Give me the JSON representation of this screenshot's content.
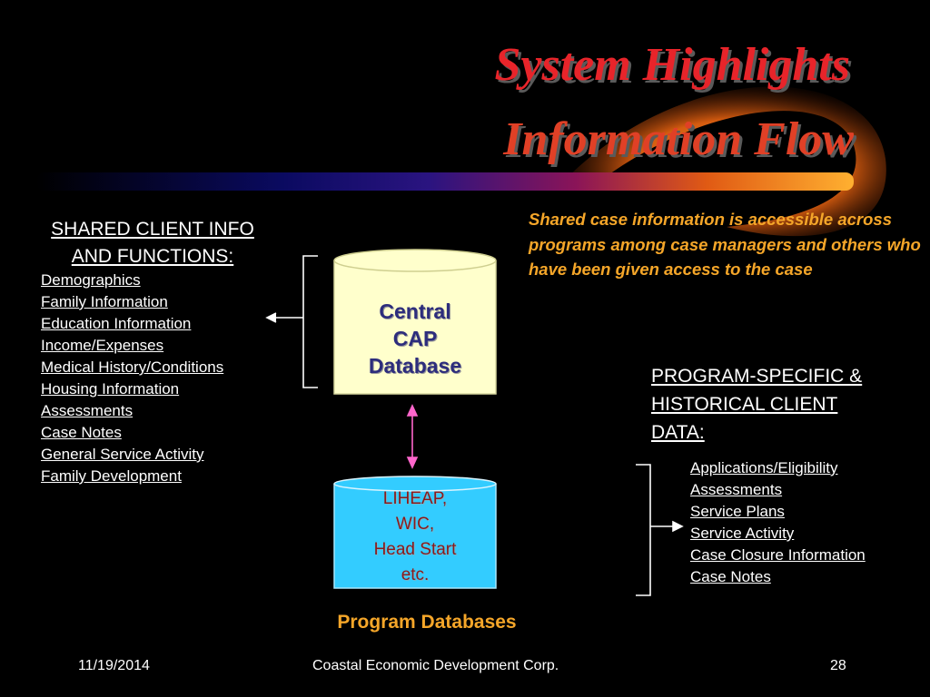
{
  "slide": {
    "title_line1": "System Highlights",
    "title_line2": "Information Flow"
  },
  "shared": {
    "heading_line1": "SHARED CLIENT INFO",
    "heading_line2": "AND FUNCTIONS:",
    "items": [
      "Demographics",
      "Family Information",
      "Education Information",
      "Income/Expenses",
      "Medical History/Conditions",
      "Housing Information",
      "Assessments",
      "Case Notes",
      "General Service Activity",
      "Family Development"
    ]
  },
  "central_db": {
    "line1": "Central",
    "line2": "CAP",
    "line3": "Database"
  },
  "note": {
    "text": "Shared case information is accessible across programs among case managers and others who have been given access to the case"
  },
  "program": {
    "heading_line1": "PROGRAM-SPECIFIC &",
    "heading_line2": "HISTORICAL CLIENT",
    "heading_line3": "DATA:",
    "items": [
      "Applications/Eligibility",
      "Assessments",
      "Service Plans",
      "Service Activity",
      "Case Closure Information",
      "Case Notes"
    ]
  },
  "program_db": {
    "line1": "LIHEAP,",
    "line2": "WIC,",
    "line3": "Head Start",
    "line4": "etc.",
    "caption": "Program Databases"
  },
  "footer": {
    "date": "11/19/2014",
    "org": "Coastal Economic Development Corp.",
    "page": "28"
  },
  "colors": {
    "background": "#000000",
    "title": "#e8242a",
    "accent_orange": "#f5a629",
    "central_db_fill": "#ffffcc",
    "program_db_fill": "#33ccff",
    "connector": "#ff66cc"
  }
}
